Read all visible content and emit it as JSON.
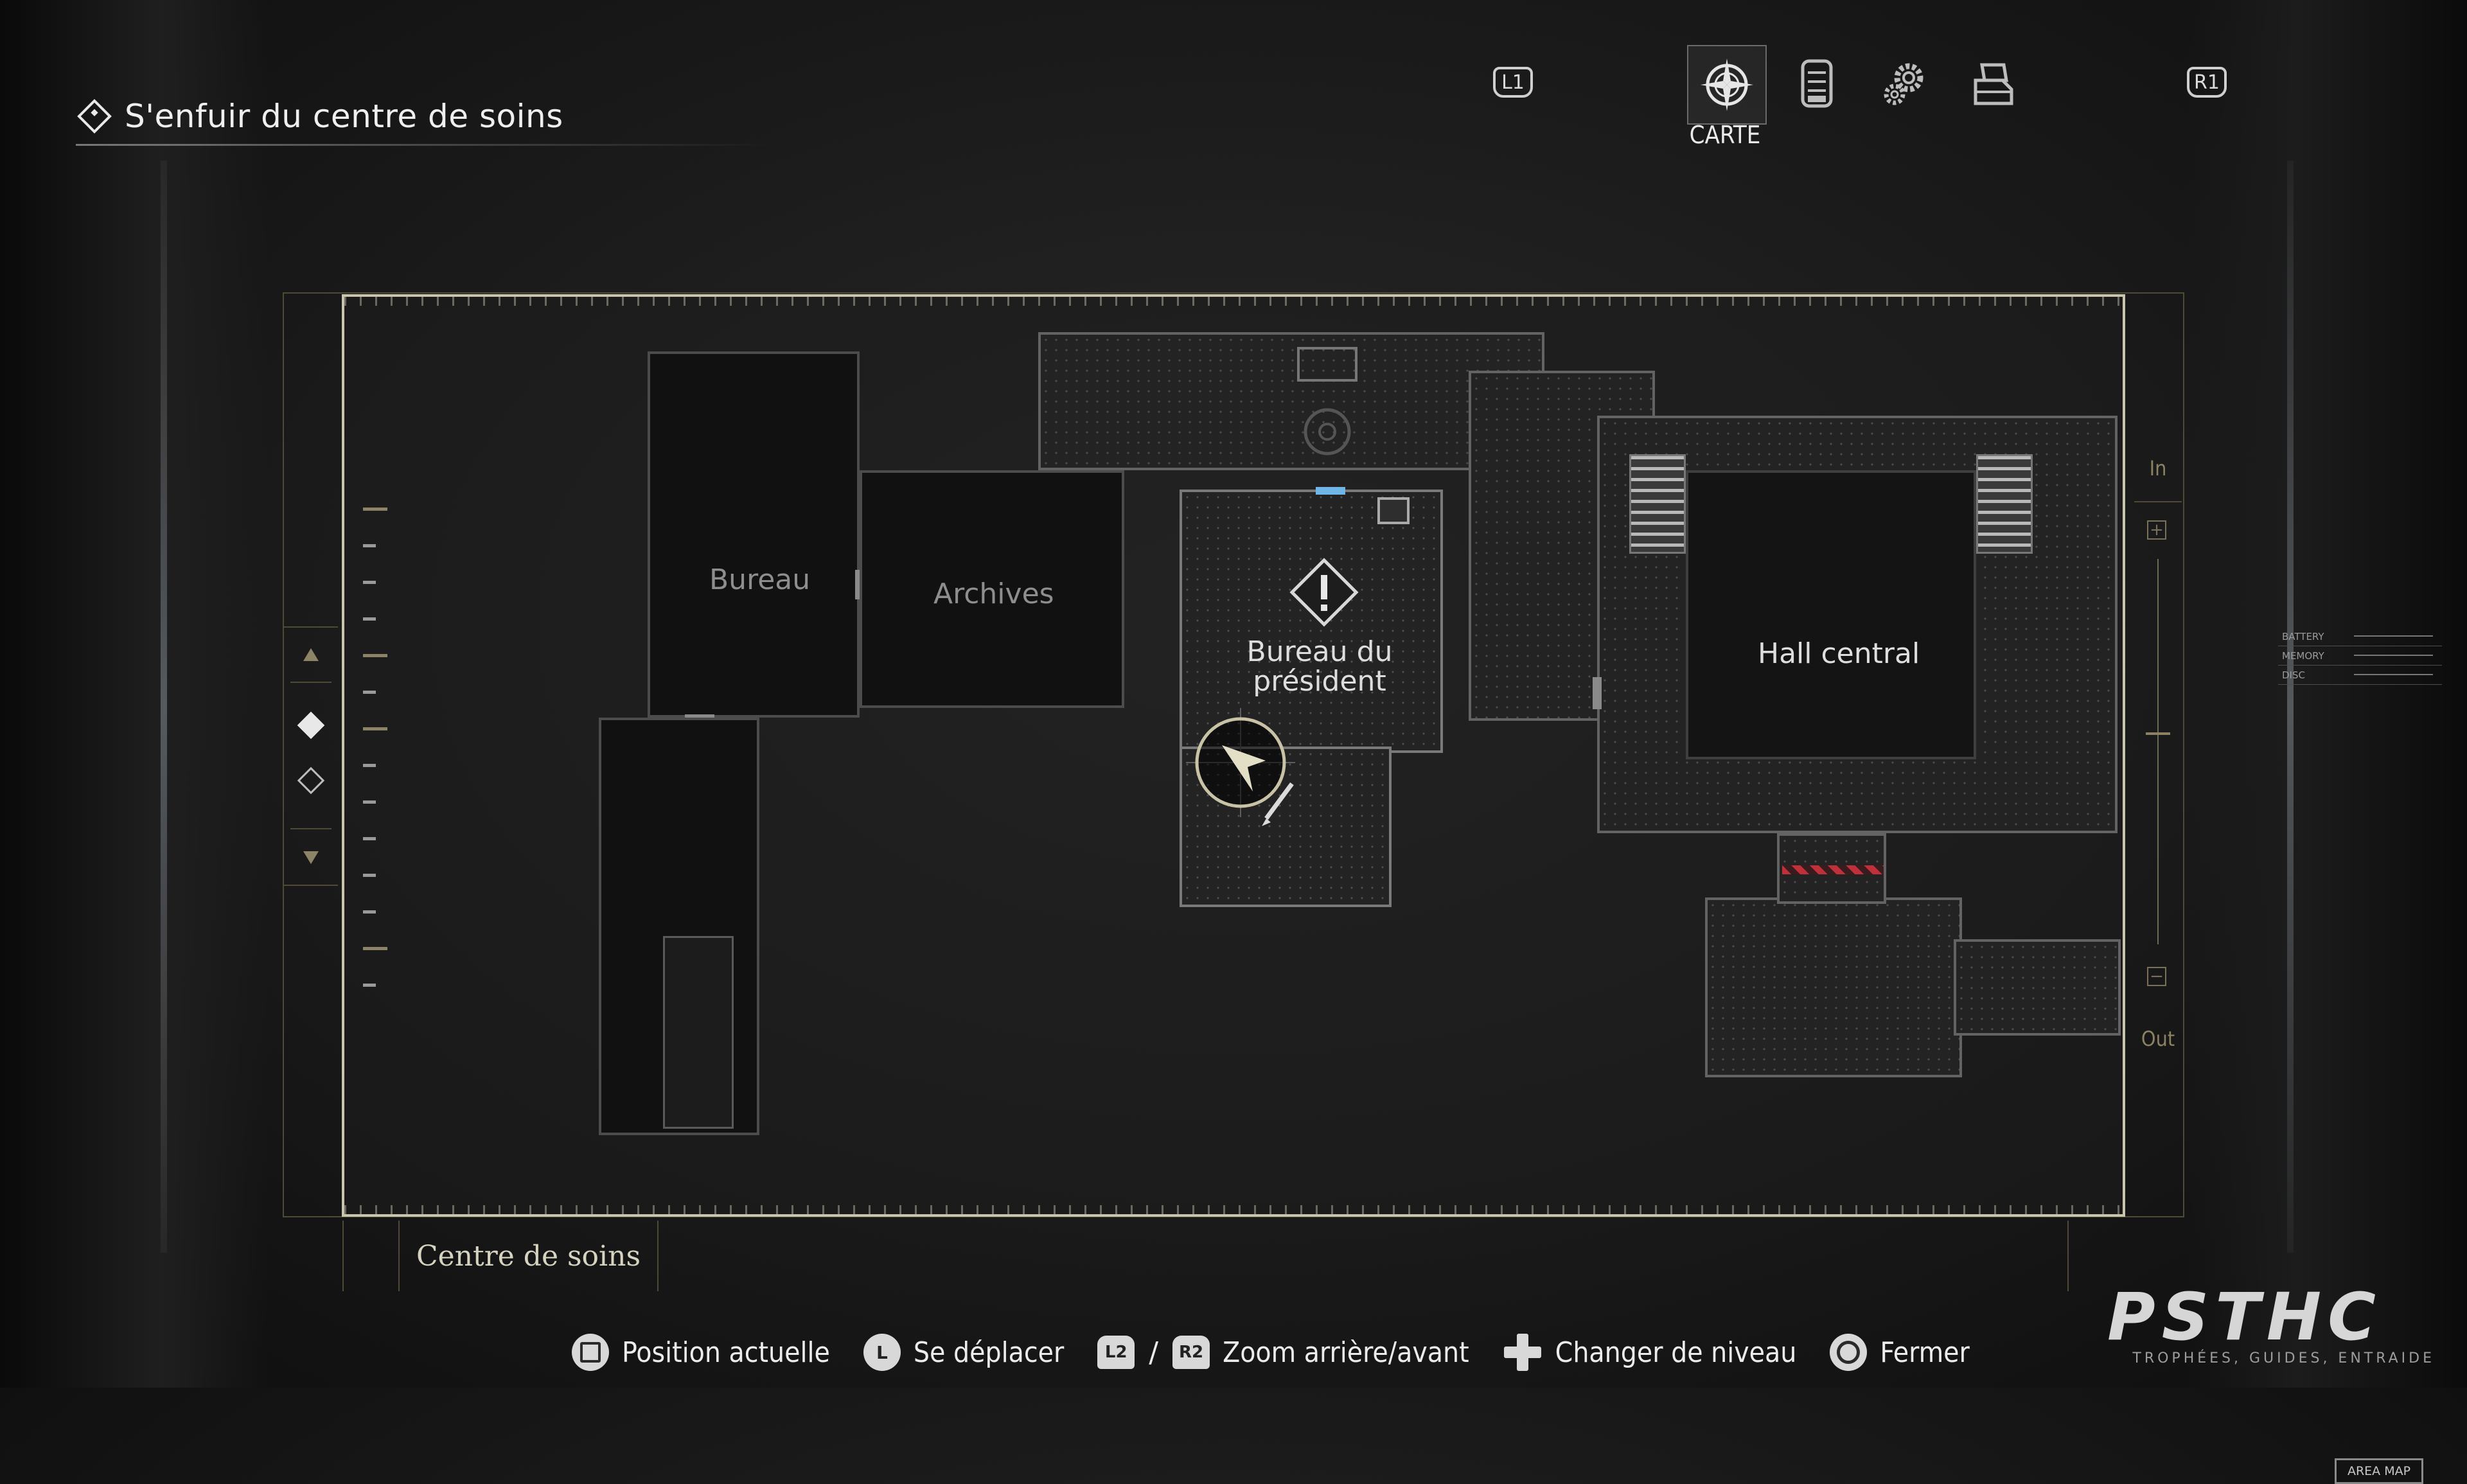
{
  "objective": {
    "text": "S'enfuir du centre de soins"
  },
  "top_nav": {
    "left_button": "L1",
    "right_button": "R1",
    "tabs": [
      {
        "icon": "compass-icon",
        "label": "CARTE",
        "active": true
      },
      {
        "icon": "files-icon",
        "active": false
      },
      {
        "icon": "gears-icon",
        "active": false
      },
      {
        "icon": "inventory-icon",
        "active": false
      }
    ]
  },
  "map": {
    "rooms": {
      "bureau": "Bureau",
      "archives": "Archives",
      "bureau_president": "Bureau du\nprésident",
      "hall_central": "Hall central"
    },
    "area_map_label": "AREA MAP",
    "area_name": "Centre de soins",
    "status_panel": [
      "BATTERY",
      "MEMORY",
      "DISC"
    ],
    "zoom_in_label": "In",
    "zoom_out_label": "Out",
    "zoom_level": 0.55,
    "current_level": "middle",
    "accent_color": "#8d8366",
    "door_color": "#6fb6e6",
    "warning_color": "#c0303a"
  },
  "controls": [
    {
      "button": "square-button-icon",
      "label": "Position actuelle"
    },
    {
      "button": "left-stick-icon",
      "label": "Se déplacer"
    },
    {
      "button": "L2",
      "separator": "/",
      "button2": "R2",
      "label": "Zoom arrière/avant"
    },
    {
      "button": "dpad-icon",
      "label": "Changer de niveau"
    },
    {
      "button": "circle-button-icon",
      "label": "Fermer"
    }
  ],
  "watermark": {
    "logo": "PSTHC",
    "tagline": "TROPHÉES, GUIDES, ENTRAIDE"
  }
}
